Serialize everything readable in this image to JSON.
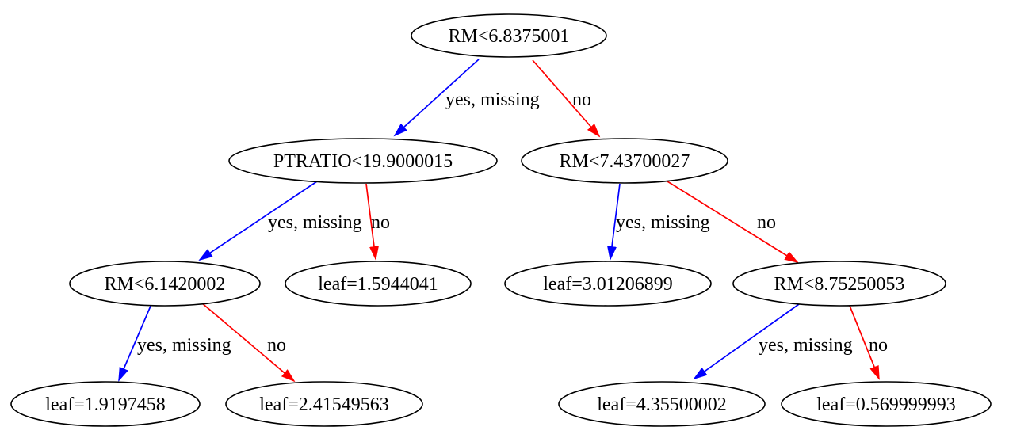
{
  "diagram": {
    "kind": "xgboost-decision-tree"
  },
  "colors": {
    "yes_edge": "#0000ff",
    "no_edge": "#ff0000",
    "node_border": "#000000",
    "text": "#000000",
    "background": "#ffffff"
  },
  "edge_labels": {
    "yes": "yes, missing",
    "no": "no"
  },
  "tree": {
    "label": "RM<6.8375001",
    "yes": {
      "label": "PTRATIO<19.9000015",
      "yes": {
        "label": "RM<6.1420002",
        "yes": {
          "label": "leaf=1.9197458"
        },
        "no": {
          "label": "leaf=2.41549563"
        }
      },
      "no": {
        "label": "leaf=1.5944041"
      }
    },
    "no": {
      "label": "RM<7.43700027",
      "yes": {
        "label": "leaf=3.01206899"
      },
      "no": {
        "label": "RM<8.75250053",
        "yes": {
          "label": "leaf=4.35500002"
        },
        "no": {
          "label": "leaf=0.569999993"
        }
      }
    }
  }
}
